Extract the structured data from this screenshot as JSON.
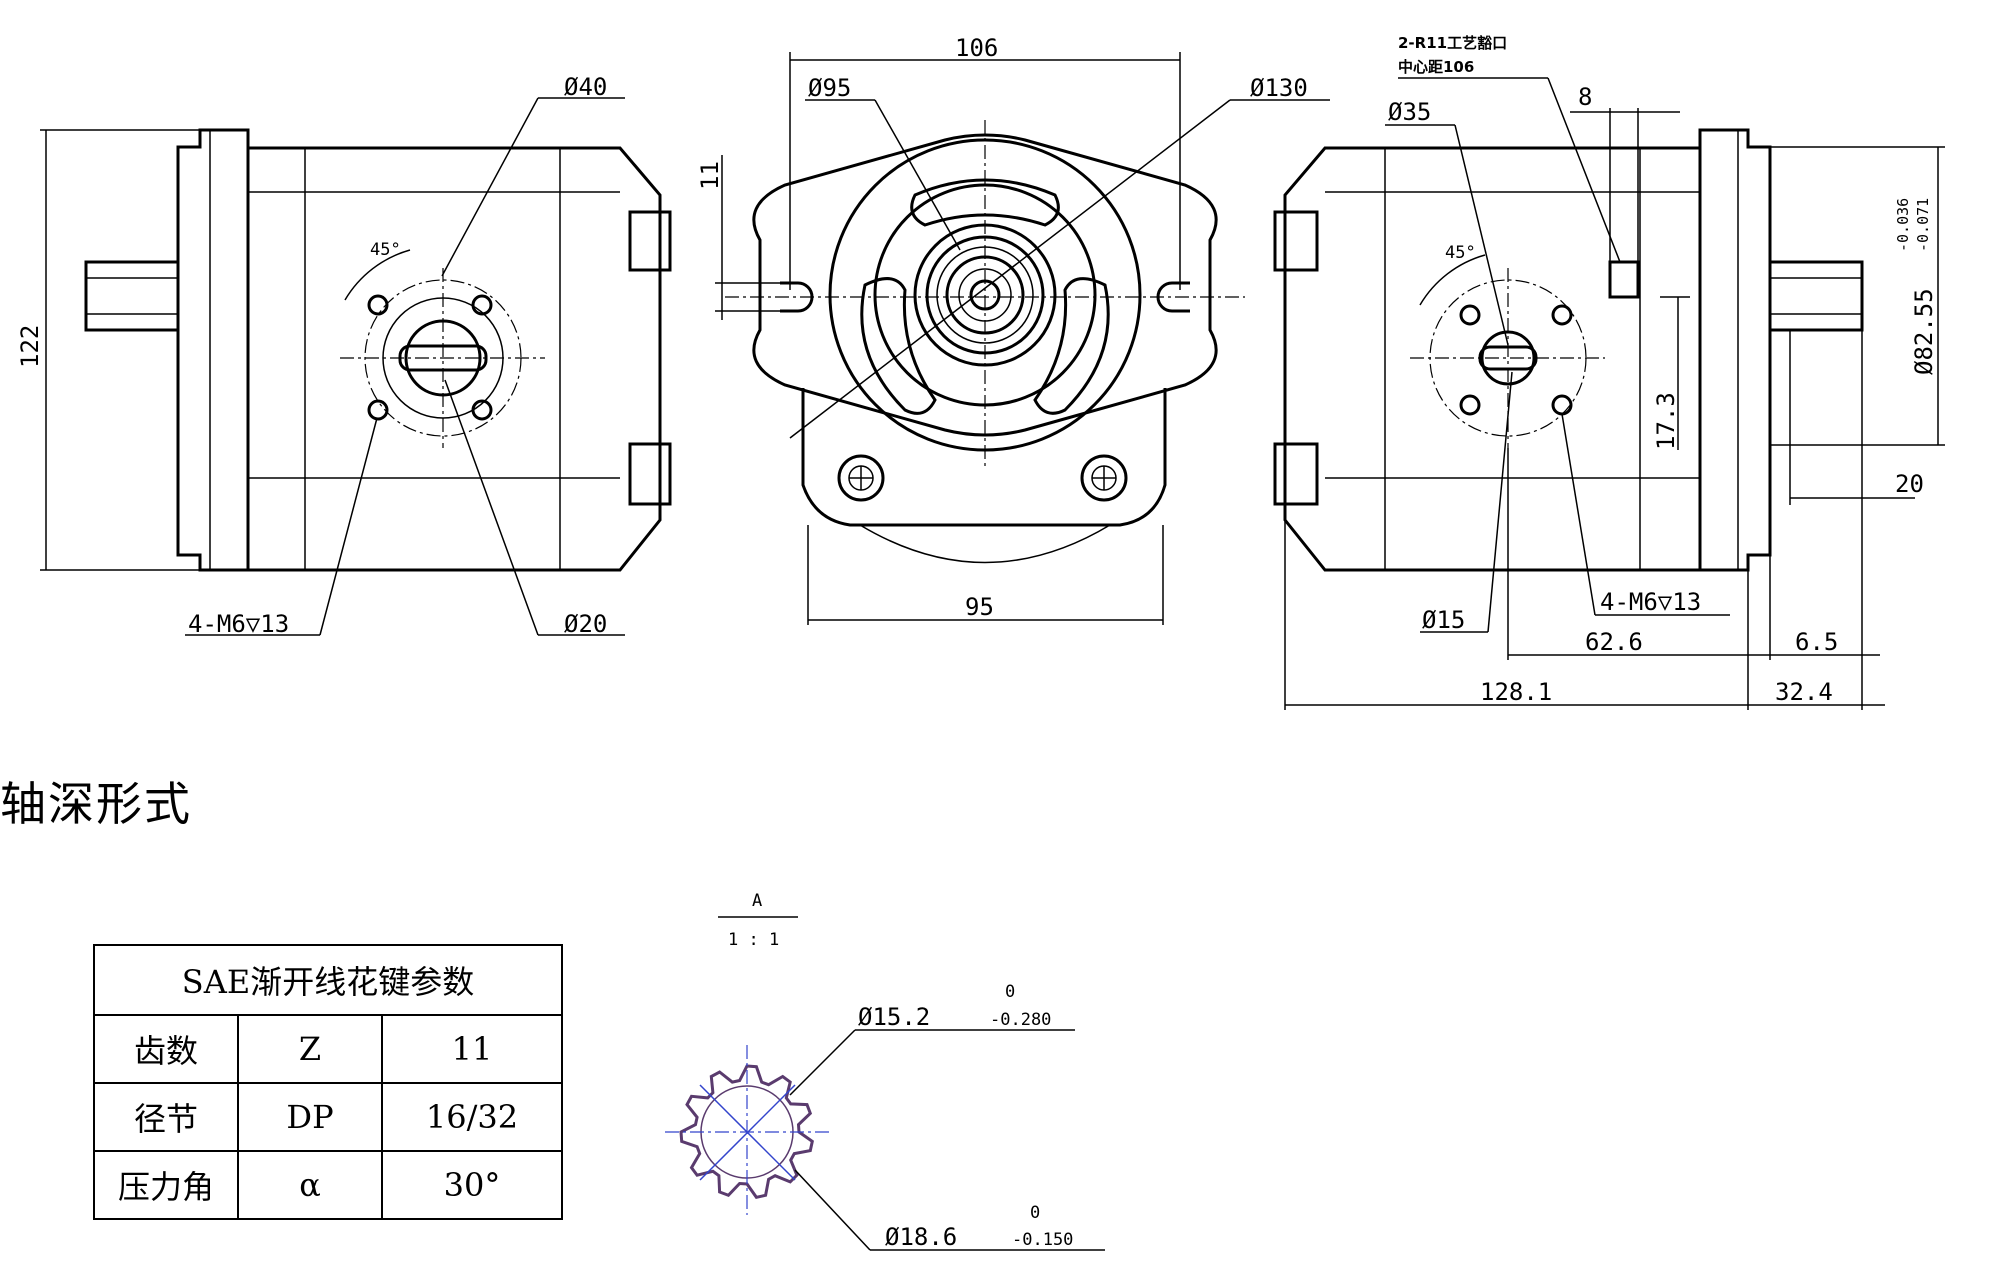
{
  "views": {
    "left": {
      "height_dim": "122",
      "bolt_pattern_dia": "Ø40",
      "port_dia": "Ø20",
      "bolts": "4-M6▽13",
      "angle": "45°"
    },
    "front": {
      "width_top": "106",
      "flange_dia": "Ø95",
      "outer_dia": "Ø130",
      "slot_dim": "11",
      "width_bottom": "95"
    },
    "right": {
      "note_line1": "2-R11工艺豁口",
      "note_line2": "中心距106",
      "port_dia": "Ø35",
      "slot_width": "8",
      "angle": "45°",
      "shaft_dia": "Ø82.55",
      "shaft_tol_upper": "-0.036",
      "shaft_tol_lower": "-0.071",
      "offset_dim": "17.3",
      "shaft_len": "20",
      "port_hole_dia": "Ø15",
      "bolts": "4-M6▽13",
      "dim_62_6": "62.6",
      "dim_6_5": "6.5",
      "total_len": "128.1",
      "ext_len": "32.4"
    }
  },
  "section_title": "轴深形式",
  "detail": {
    "view_label": "A",
    "scale": "1 : 1",
    "outer_dia": "Ø15.2",
    "outer_tol_upper": "0",
    "outer_tol_lower": "-0.280",
    "root_dia": "Ø18.6",
    "root_tol_upper": "0",
    "root_tol_lower": "-0.150"
  },
  "spline_table": {
    "title": "SAE渐开线花键参数",
    "rows": [
      {
        "name": "齿数",
        "symbol": "Z",
        "value": "11"
      },
      {
        "name": "径节",
        "symbol": "DP",
        "value": "16/32"
      },
      {
        "name": "压力角",
        "symbol": "α",
        "value": "30°"
      }
    ]
  }
}
